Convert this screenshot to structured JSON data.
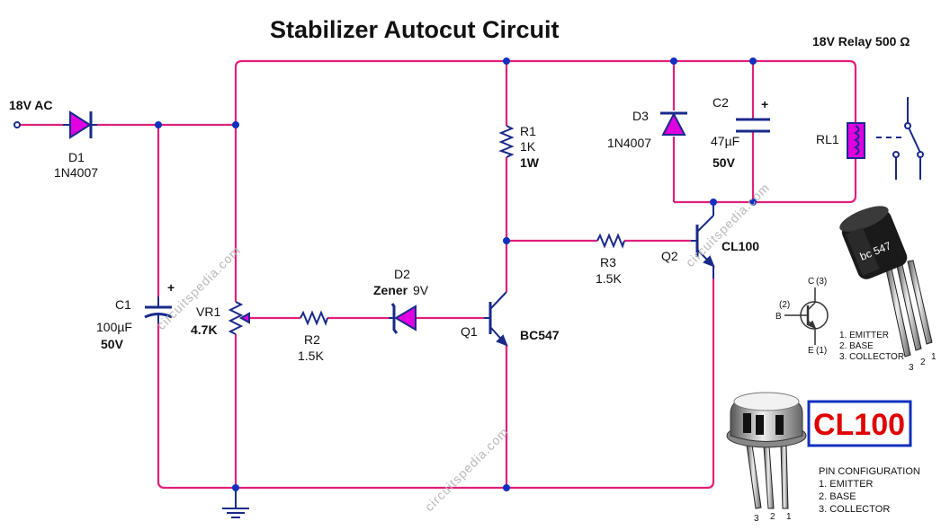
{
  "title": "Stabilizer Autocut Circuit",
  "input_label": "18V AC",
  "relay_label": "18V Relay 500 Ω",
  "components": {
    "d1": {
      "ref": "D1",
      "value": "1N4007"
    },
    "c1": {
      "ref": "C1",
      "value": "100µF",
      "rating": "50V",
      "polarity": "+"
    },
    "vr1": {
      "ref": "VR1",
      "value": "4.7K"
    },
    "r2": {
      "ref": "R2",
      "value": "1.5K"
    },
    "d2": {
      "ref": "D2",
      "type": "Zener",
      "value": "9V"
    },
    "q1": {
      "ref": "Q1",
      "part": "BC547"
    },
    "r1": {
      "ref": "R1",
      "value": "1K",
      "rating": "1W"
    },
    "r3": {
      "ref": "R3",
      "value": "1.5K"
    },
    "q2": {
      "ref": "Q2",
      "part": "CL100"
    },
    "d3": {
      "ref": "D3",
      "value": "1N4007"
    },
    "c2": {
      "ref": "C2",
      "value": "47µF",
      "rating": "50V",
      "polarity": "+"
    },
    "rl1": {
      "ref": "RL1"
    }
  },
  "bc547_pinout": {
    "body_label": "bc 547",
    "pins": [
      "1.  EMITTER",
      "2.  BASE",
      "3.  COLLECTOR"
    ],
    "symbol_c": "C",
    "symbol_c_pin": "(3)",
    "symbol_b": "B",
    "symbol_b_pin": "(2)",
    "symbol_e": "E",
    "symbol_e_pin": "(1)",
    "leg_numbers": [
      "3",
      "2",
      "1"
    ]
  },
  "cl100_pinout": {
    "badge": "CL100",
    "heading": "PIN CONFIGURATION",
    "pins": [
      "1.  EMITTER",
      "2.  BASE",
      "3.  COLLECTOR"
    ],
    "leg_numbers": [
      "3",
      "2",
      "1"
    ]
  },
  "watermark": "circuitspedia.com",
  "colors": {
    "wire": "#e0207a",
    "component": "#1a2a8a",
    "diode_fill": "#e000e0",
    "node": "#1030c0",
    "badge_border": "#1030c0",
    "badge_text": "#e00000"
  }
}
